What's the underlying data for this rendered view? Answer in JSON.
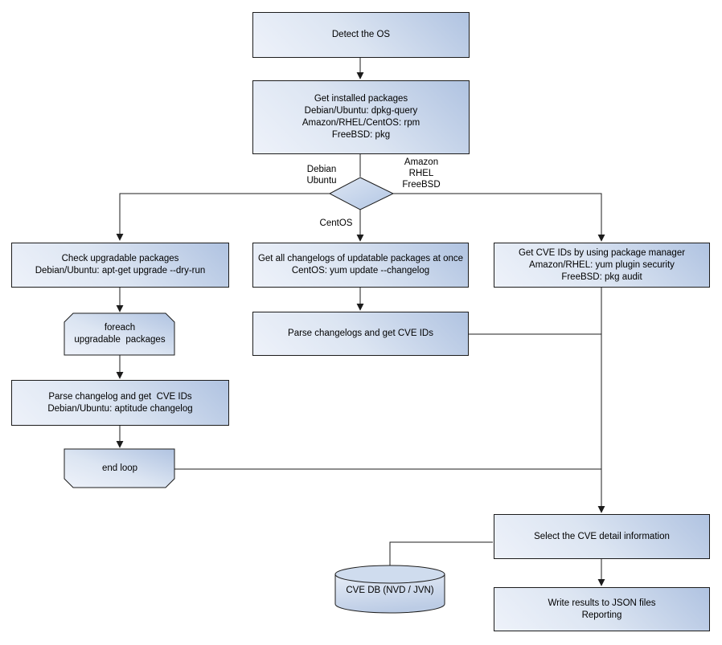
{
  "nodes": {
    "detect_os": [
      "Detect the OS"
    ],
    "get_installed_packages": [
      "Get installed packages",
      "Debian/Ubuntu: dpkg-query",
      "Amazon/RHEL/CentOS: rpm",
      "FreeBSD: pkg"
    ],
    "check_upgradable_packages": [
      "Check upgradable packages",
      "Debian/Ubuntu: apt-get upgrade --dry-run"
    ],
    "foreach_upgradable_packages": [
      "foreach",
      "upgradable  packages"
    ],
    "parse_changelog_get_cve_ids": [
      "Parse changelog and get  CVE IDs",
      "Debian/Ubuntu: aptitude changelog"
    ],
    "end_loop": [
      "end loop"
    ],
    "get_all_changelogs": [
      "Get all changelogs of updatable packages at once",
      "CentOS: yum update --changelog"
    ],
    "parse_changelogs_get_cve_ids": [
      "Parse changelogs and get CVE IDs"
    ],
    "get_cve_ids_package_manager": [
      "Get CVE IDs by using package manager",
      "Amazon/RHEL: yum plugin security",
      "FreeBSD: pkg audit"
    ],
    "select_cve_detail": [
      "Select the CVE detail information"
    ],
    "write_results": [
      "Write results to JSON files",
      "Reporting"
    ],
    "cve_db": [
      "CVE DB (NVD / JVN)"
    ]
  },
  "edge_labels": {
    "debian_ubuntu": [
      "Debian",
      "Ubuntu"
    ],
    "amazon_rhel_freebsd": [
      "Amazon",
      "RHEL",
      "FreeBSD"
    ],
    "centos": [
      "CentOS"
    ]
  },
  "colors": {
    "node_fill_light": "#eef2fa",
    "node_fill_dark": "#b0c3e1",
    "node_border": "#1c1c1c",
    "connector": "#1c1c1c",
    "text": "#000000",
    "background": "#ffffff"
  }
}
